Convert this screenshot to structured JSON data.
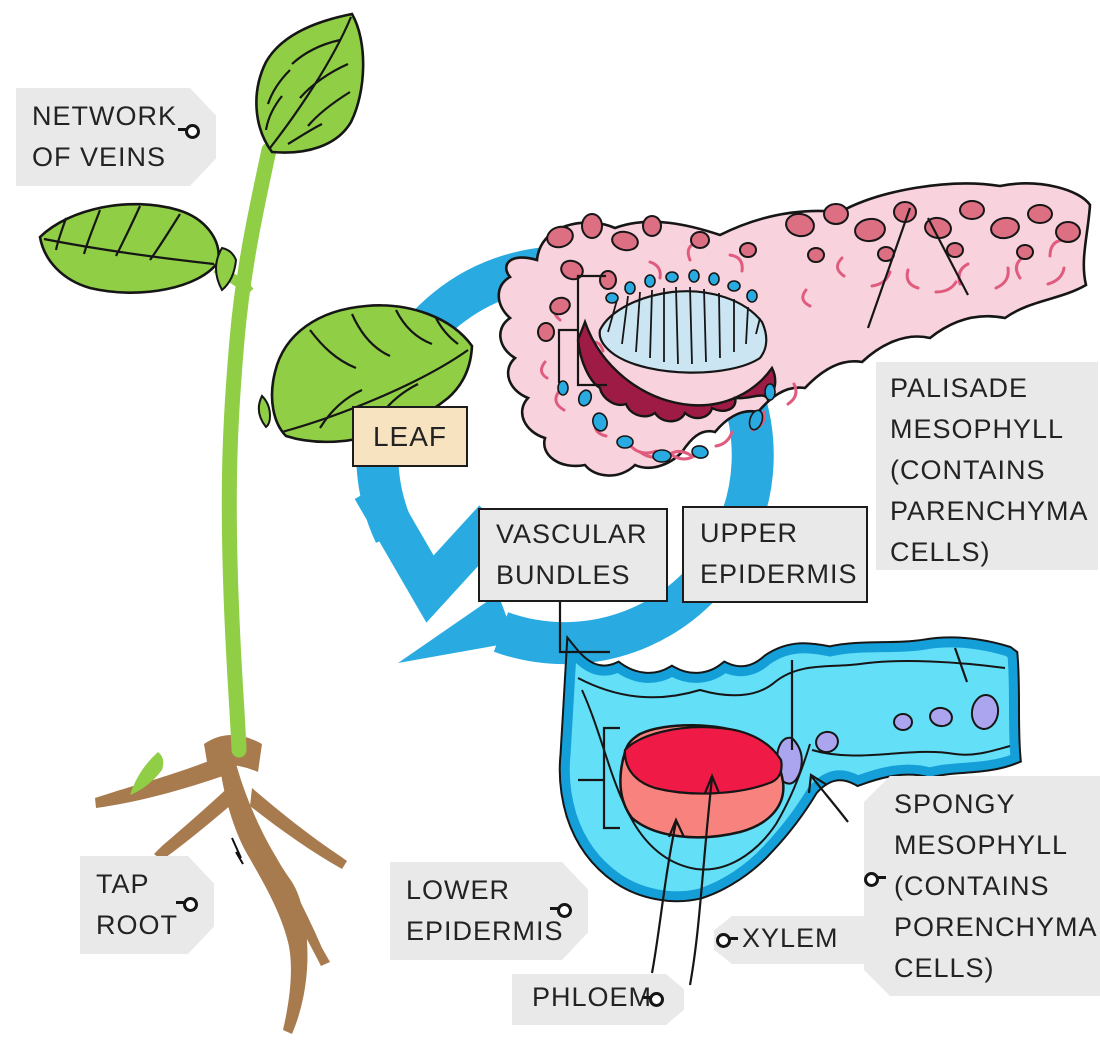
{
  "figure": "Dicotyledonous plant structure diagram with leaf and stem cross-sections",
  "labels": {
    "network_of_veins": [
      "NETWORK",
      "OF VEINS"
    ],
    "tap_root": [
      "TAP",
      "ROOT"
    ],
    "leaf": "LEAF",
    "vascular_bundles": [
      "VASCULAR",
      "BUNDLES"
    ],
    "upper_epidermis": [
      "UPPER",
      "EPIDERMIS"
    ],
    "palisade_mesophyll": [
      "PALISADE",
      "MESOPHYLL",
      "(CONTAINS",
      "PARENCHYMA",
      "CELLS)"
    ],
    "spongy_mesophyll": [
      "SPONGY",
      "MESOPHYLL",
      "(CONTAINS",
      "PORENCHYMA",
      "CELLS)"
    ],
    "lower_epidermis": [
      "LOWER",
      "EPIDERMIS"
    ],
    "xylem": "XYLEM",
    "phloem": "PHLOEM"
  },
  "colors": {
    "arrow_blue": "#29ABE2",
    "leaf_green": "#8FCE45",
    "root_brown": "#A87B4F",
    "tag_gray": "#E9E9E9",
    "leaf_label_cream": "#F8E3C0",
    "pink_tissue": "#F8D3DE",
    "pink_cell": "#DC6F82",
    "maroon_band": "#9E1B45",
    "xylem_fan_blue": "#CBE6F2",
    "section_cyan": "#63DFF7",
    "section_border_blue": "#149FD8",
    "xylem_red": "#EF1A46",
    "phloem_salmon": "#F8837E",
    "spongy_purple": "#ABA5F0",
    "text_dark": "#232323"
  }
}
